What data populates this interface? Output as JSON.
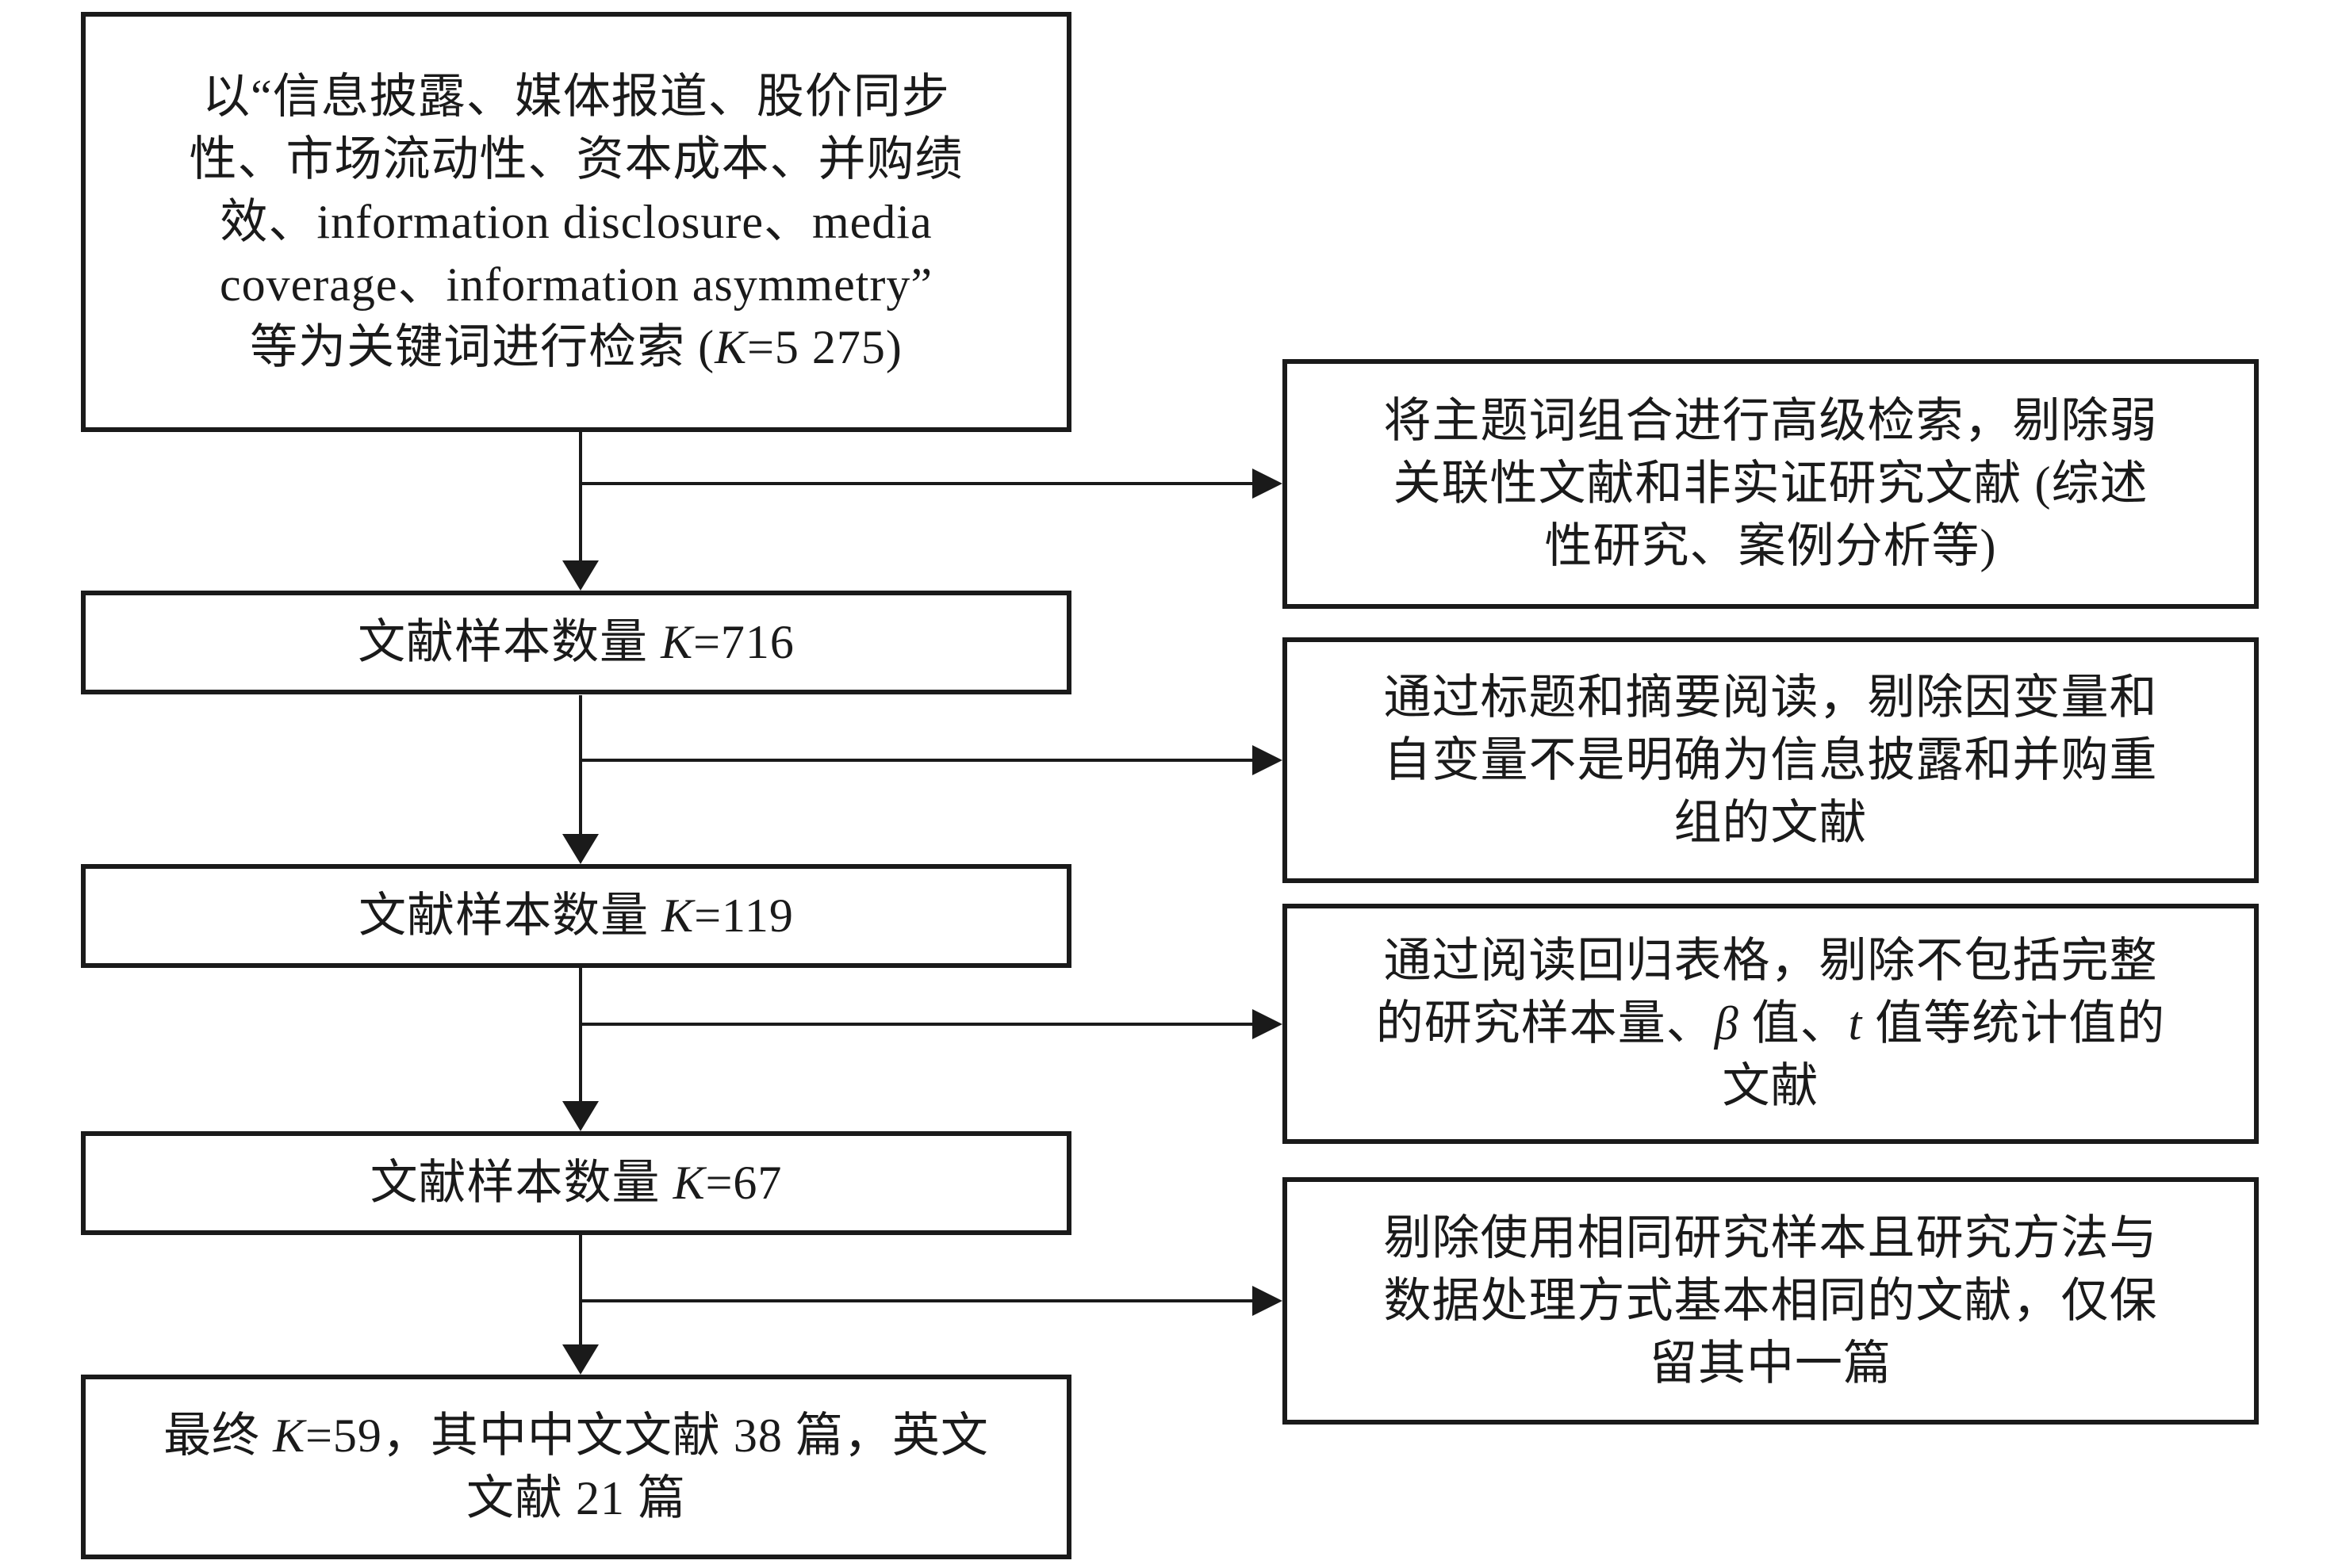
{
  "colors": {
    "ink": "#1a1a1a",
    "background": "#ffffff"
  },
  "flowchart": {
    "main_column": [
      {
        "id": "keyword-search",
        "lines": [
          [
            {
              "t": "以“信息披露、媒体报道、股价同步"
            }
          ],
          [
            {
              "t": "性、市场流动性、资本成本、并购绩"
            }
          ],
          [
            {
              "t": "效、information disclosure、media"
            }
          ],
          [
            {
              "t": "coverage、information asymmetry”"
            }
          ],
          [
            {
              "t": "等为关键词进行检索 ("
            },
            {
              "t": "K",
              "i": true
            },
            {
              "t": "=5 275)"
            }
          ]
        ]
      },
      {
        "id": "sample-k716",
        "lines": [
          [
            {
              "t": "文献样本数量 "
            },
            {
              "t": "K",
              "i": true
            },
            {
              "t": "=716"
            }
          ]
        ]
      },
      {
        "id": "sample-k119",
        "lines": [
          [
            {
              "t": "文献样本数量 "
            },
            {
              "t": "K",
              "i": true
            },
            {
              "t": "=119"
            }
          ]
        ]
      },
      {
        "id": "sample-k67",
        "lines": [
          [
            {
              "t": "文献样本数量 "
            },
            {
              "t": "K",
              "i": true
            },
            {
              "t": "=67"
            }
          ]
        ]
      },
      {
        "id": "final-k59",
        "lines": [
          [
            {
              "t": "最终 "
            },
            {
              "t": "K",
              "i": true
            },
            {
              "t": "=59，其中中文文献 38 篇，英文"
            }
          ],
          [
            {
              "t": "文献 21 篇"
            }
          ]
        ]
      }
    ],
    "side_column": [
      {
        "id": "filter-advanced-search",
        "lines": [
          [
            {
              "t": "将主题词组合进行高级检索，剔除弱"
            }
          ],
          [
            {
              "t": "关联性文献和非实证研究文献 (综述"
            }
          ],
          [
            {
              "t": "性研究、案例分析等)"
            }
          ]
        ]
      },
      {
        "id": "filter-title-abstract",
        "lines": [
          [
            {
              "t": "通过标题和摘要阅读，剔除因变量和"
            }
          ],
          [
            {
              "t": "自变量不是明确为信息披露和并购重"
            }
          ],
          [
            {
              "t": "组的文献"
            }
          ]
        ]
      },
      {
        "id": "filter-regression-tables",
        "lines": [
          [
            {
              "t": "通过阅读回归表格，剔除不包括完整"
            }
          ],
          [
            {
              "t": "的研究样本量、"
            },
            {
              "t": "β",
              "i": true
            },
            {
              "t": " 值、"
            },
            {
              "t": "t",
              "i": true
            },
            {
              "t": " 值等统计值的"
            }
          ],
          [
            {
              "t": "文献"
            }
          ]
        ]
      },
      {
        "id": "filter-duplicate-samples",
        "lines": [
          [
            {
              "t": "剔除使用相同研究样本且研究方法与"
            }
          ],
          [
            {
              "t": "数据处理方式基本相同的文献，仅保"
            }
          ],
          [
            {
              "t": "留其中一篇"
            }
          ]
        ]
      }
    ]
  }
}
